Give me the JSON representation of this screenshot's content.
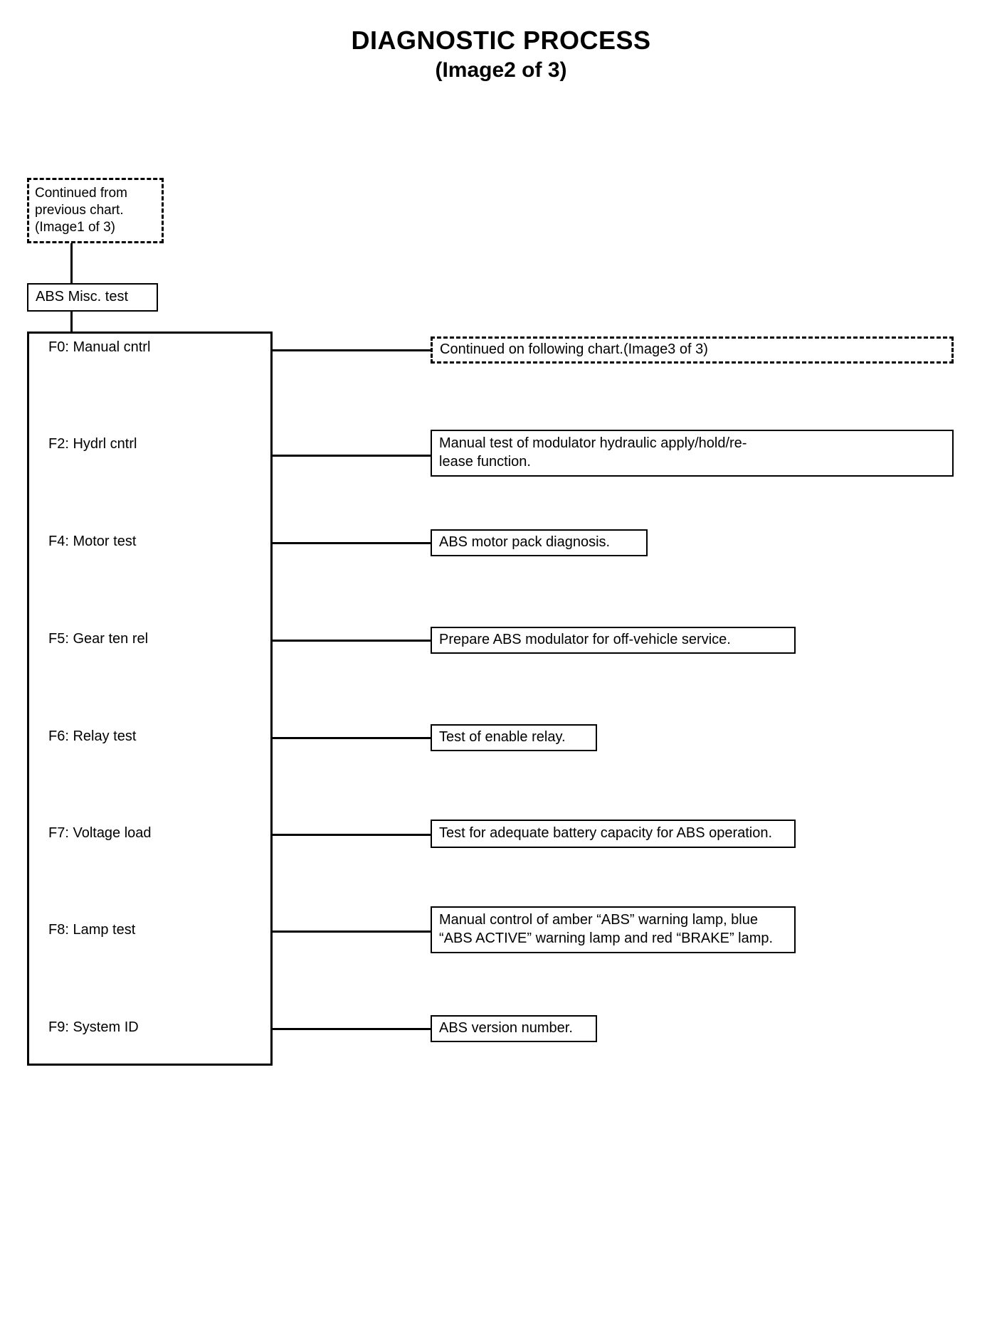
{
  "title": {
    "main": "DIAGNOSTIC PROCESS",
    "sub": "(Image2 of 3)"
  },
  "continued_from": {
    "line1": "Continued    from",
    "line2": "previous chart.",
    "line3": "(Image1 of 3)"
  },
  "root_box": {
    "label": "ABS Misc. test"
  },
  "menu": {
    "items": [
      {
        "label": "F0: Manual cntrl"
      },
      {
        "label": "F2: Hydrl cntrl"
      },
      {
        "label": "F4: Motor test"
      },
      {
        "label": "F5: Gear ten rel"
      },
      {
        "label": "F6: Relay test"
      },
      {
        "label": "F7: Voltage load"
      },
      {
        "label": "F8: Lamp test"
      },
      {
        "label": "F9: System ID"
      }
    ]
  },
  "descriptions": {
    "f0": "Continued on following chart.(Image3 of 3)",
    "f2_line1": "Manual  test  of  modulator  hydraulic  apply/hold/re-",
    "f2_line2": "lease function.",
    "f4": "ABS motor pack diagnosis.",
    "f5": "Prepare ABS modulator for off-vehicle service.",
    "f6": "Test of enable relay.",
    "f7": "Test for adequate battery capacity for ABS operation.",
    "f8_line1": "Manual control of amber “ABS” warning lamp, blue",
    "f8_line2": "“ABS ACTIVE” warning lamp and red “BRAKE” lamp.",
    "f9": "ABS version number."
  },
  "colors": {
    "ink": "#000000",
    "paper": "#ffffff"
  }
}
